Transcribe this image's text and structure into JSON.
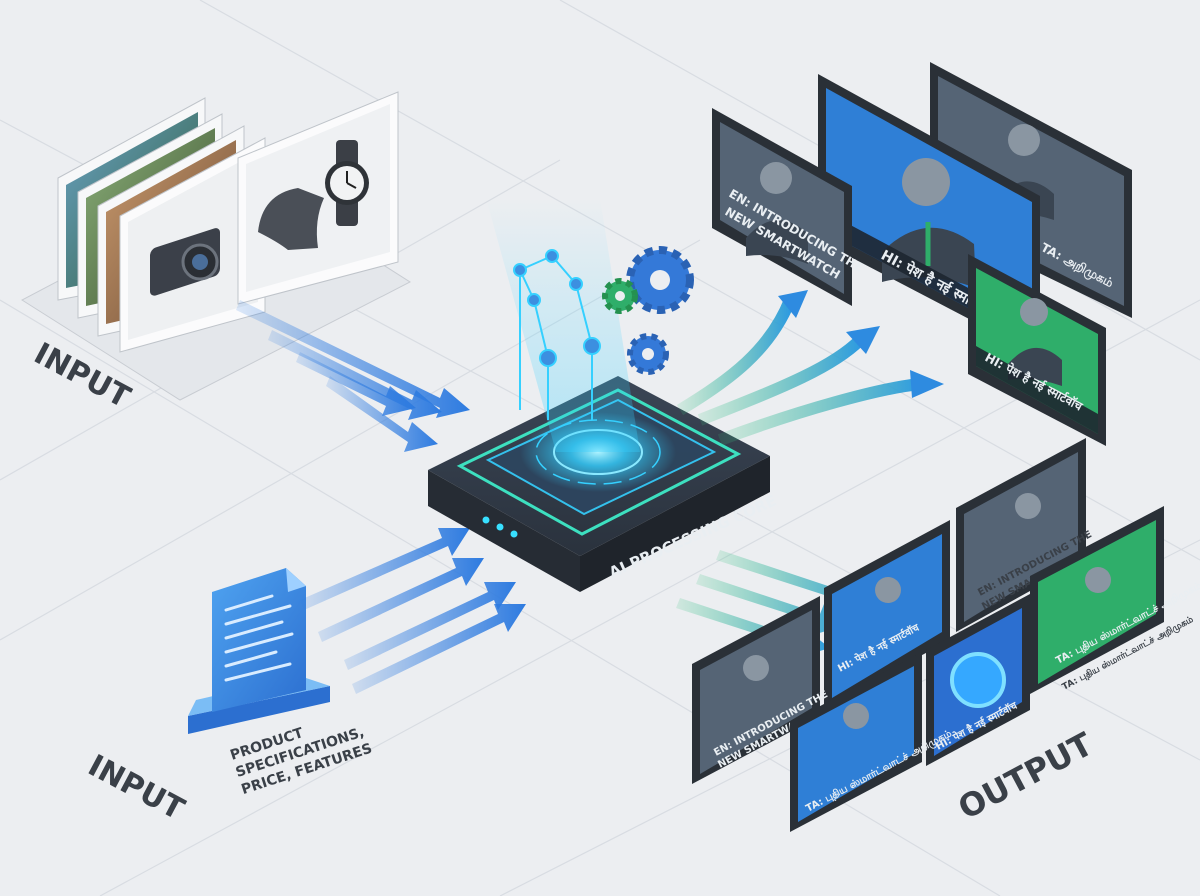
{
  "labels": {
    "input_top": "INPUT",
    "input_bottom": "INPUT",
    "output": "OUTPUT",
    "core": "AI PROCESSING CORE",
    "document_lines": [
      "PRODUCT",
      "SPECIFICATIONS,",
      "PRICE, FEATURES"
    ]
  },
  "captions": {
    "en_line1": "EN: INTRODUCING THE",
    "en_line2": "NEW SMARTWATCH",
    "hi_large": "HI: पेश है नई स्मार्टवॉच",
    "hi_green": "HI: पेश है नई स्मार्टवॉच",
    "ta_top": "TA: அறிமுகம்",
    "en_small_line1": "EN: INTRODUCING THE",
    "en_small_line2": "NEW SMARTWATCH",
    "hi_small": "HI: पेश है नई स्मार्टवॉच",
    "ta_small": "TA: புதிய ஸ்மார்ட்வாட்ச் அறிமுகம்",
    "en_small2_line1": "EN: INTRODUCING THE",
    "en_small2_line2": "NEW SMARTWATCH",
    "hi_small2": "HI: पेश है नई स्मार्टवॉच",
    "ta_small2": "TA: புதிய ஸ்மார்ட்வாட்ச் அறிமுகம்",
    "ta_small3": "TA: புதிய ஸ்மார்ட்வாட்ச் அறிமுகம்"
  },
  "icons": {
    "camera": "camera-icon",
    "watch": "watch-icon",
    "band": "band-icon",
    "document": "document-icon",
    "gear": "gear-icon",
    "network": "network-nodes-icon"
  },
  "colors": {
    "blue_screen": "#2f7fd6",
    "green_screen": "#2fae6a",
    "slate_screen": "#556475",
    "glow": "#35d0ff",
    "arrow_blue": "#2e7be0",
    "arrow_green": "#34c27a"
  }
}
